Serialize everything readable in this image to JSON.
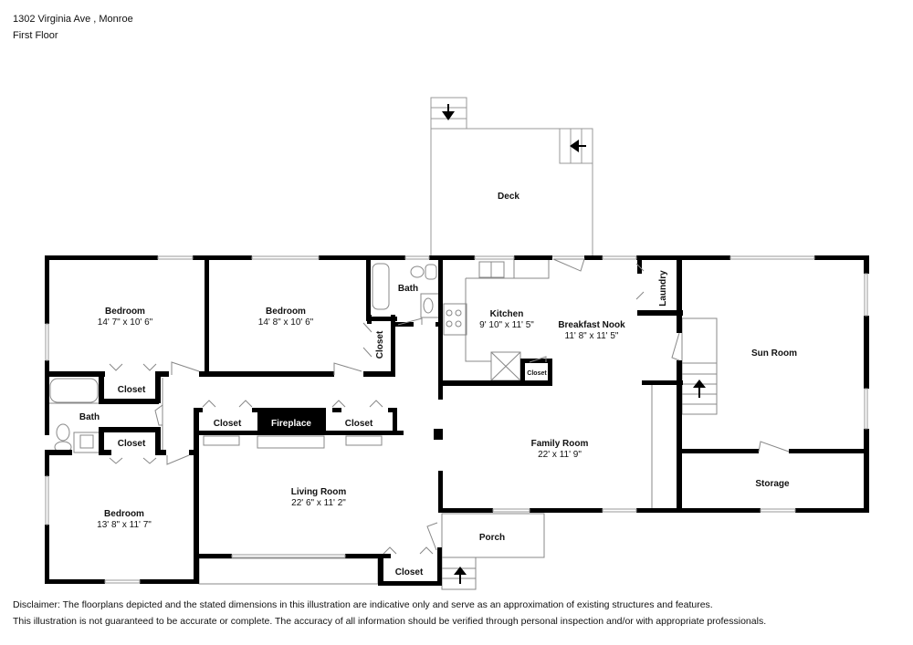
{
  "header": {
    "address": "1302 Virginia Ave , Monroe",
    "floor": "First Floor"
  },
  "rooms": {
    "deck": {
      "name": "Deck"
    },
    "bedroom1": {
      "name": "Bedroom",
      "dimensions": "14' 7\" x 10' 6\""
    },
    "bedroom2": {
      "name": "Bedroom",
      "dimensions": "14' 8\" x 10' 6\""
    },
    "bath_top": {
      "name": "Bath"
    },
    "kitchen": {
      "name": "Kitchen",
      "dimensions": "9' 10\" x 11' 5\""
    },
    "breakfast_nook": {
      "name": "Breakfast Nook",
      "dimensions": "11' 8\" x 11' 5\""
    },
    "laundry": {
      "name": "Laundry"
    },
    "sun_room": {
      "name": "Sun Room"
    },
    "closet_bedroom2": {
      "name": "Closet"
    },
    "closet_bedroom1": {
      "name": "Closet"
    },
    "closet_kitchen": {
      "name": "Closet"
    },
    "bath_left": {
      "name": "Bath"
    },
    "closet_hall_left": {
      "name": "Closet"
    },
    "fireplace": {
      "name": "Fireplace"
    },
    "closet_hall_right": {
      "name": "Closet"
    },
    "closet_bedroom3": {
      "name": "Closet"
    },
    "family_room": {
      "name": "Family Room",
      "dimensions": "22' x 11' 9\""
    },
    "storage": {
      "name": "Storage"
    },
    "bedroom3": {
      "name": "Bedroom",
      "dimensions": "13' 8\" x 11' 7\""
    },
    "living_room": {
      "name": "Living Room",
      "dimensions": "22' 6\" x 11' 2\""
    },
    "porch": {
      "name": "Porch"
    },
    "closet_entry": {
      "name": "Closet"
    }
  },
  "icons": {
    "stairs_deck_down": "arrow-down-icon",
    "stairs_deck_left": "arrow-left-icon",
    "stairs_sunroom_up": "arrow-up-icon",
    "stairs_porch_up": "arrow-up-icon"
  },
  "colors": {
    "wall": "#000000",
    "fixture": "#888888",
    "background": "#ffffff"
  },
  "disclaimer": {
    "line1": "Disclaimer: The floorplans depicted and the stated dimensions in this illustration are indicative only and serve as an approximation of existing structures and features.",
    "line2": "This illustration is not guaranteed to be accurate or complete. The accuracy of all information should be verified through personal inspection and/or with appropriate professionals."
  }
}
